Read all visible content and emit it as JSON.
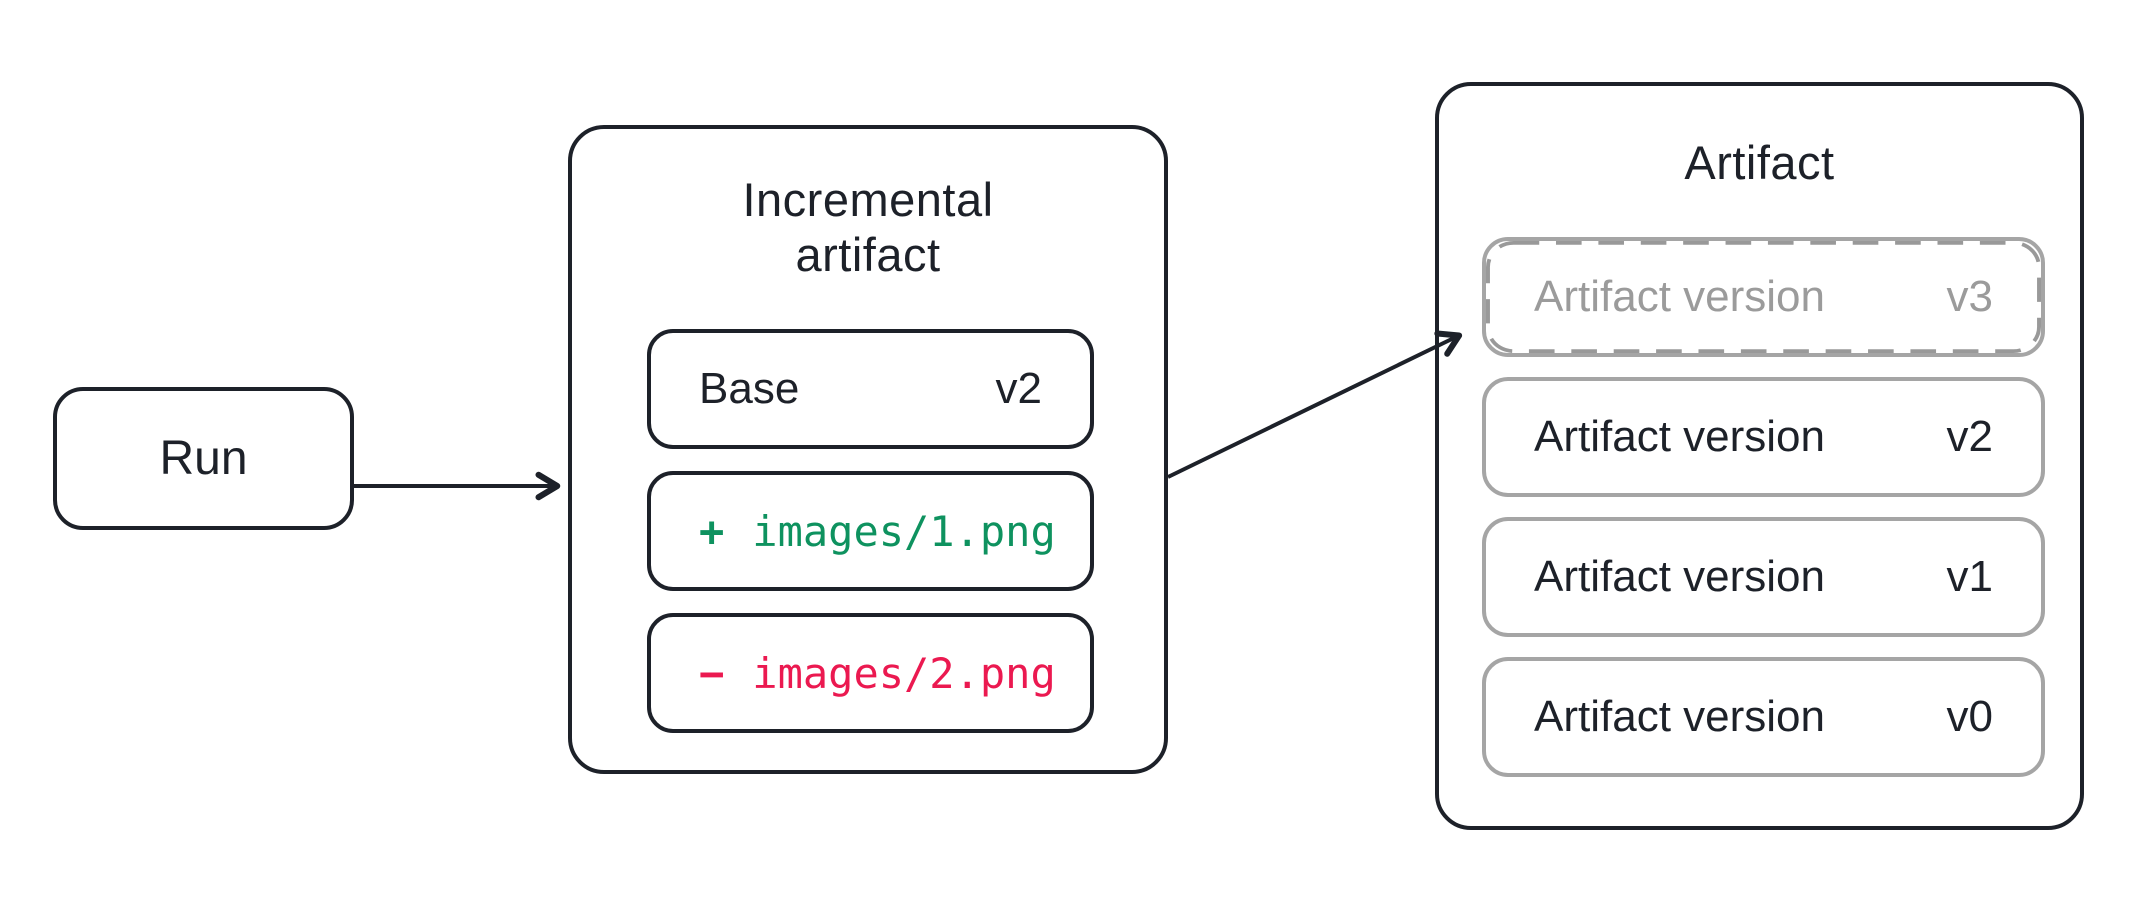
{
  "run": {
    "label": "Run"
  },
  "incremental": {
    "title_line1": "Incremental",
    "title_line2": "artifact",
    "base_chip": {
      "label": "Base",
      "version": "v2"
    },
    "added_chip": {
      "sign": "+",
      "path": "images/1.png"
    },
    "removed_chip": {
      "sign": "−",
      "path": "images/2.png"
    }
  },
  "artifact": {
    "title": "Artifact",
    "versions": [
      {
        "label": "Artifact version",
        "version": "v3",
        "style": "dashed-pending"
      },
      {
        "label": "Artifact version",
        "version": "v2",
        "style": "solid"
      },
      {
        "label": "Artifact version",
        "version": "v1",
        "style": "solid"
      },
      {
        "label": "Artifact version",
        "version": "v0",
        "style": "solid"
      }
    ]
  },
  "colors": {
    "outline_dark": "#1d2129",
    "added_green": "#0e925f",
    "removed_red": "#eb1950",
    "gray_border": "#a5a5a5",
    "gray_text": "#9b9b9b"
  }
}
